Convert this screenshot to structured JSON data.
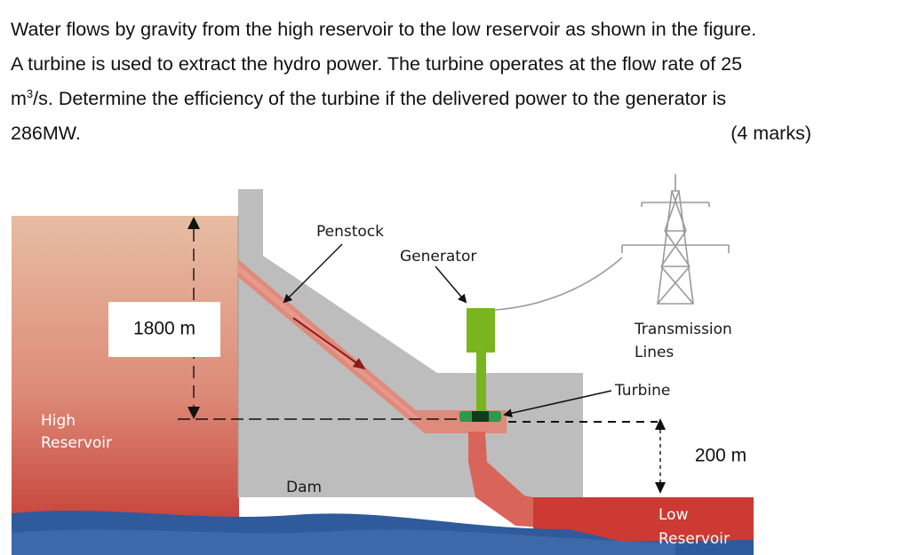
{
  "question": {
    "line1": "Water flows by gravity from the high reservoir to the low reservoir as shown in the figure.",
    "line2": "A turbine is used to extract the hydro power. The turbine operates at the flow rate of 25",
    "line3_pre": "m",
    "line3_sup": "3",
    "line3_post": "/s.  Determine the efficiency of the turbine if the delivered power to the generator is",
    "line4": "286MW.",
    "marks": "(4 marks)"
  },
  "figure": {
    "labels": {
      "penstock": "Penstock",
      "generator": "Generator",
      "transmission_line1": "Transmission",
      "transmission_line2": "Lines",
      "turbine": "Turbine",
      "dam": "Dam",
      "high_reservoir_line1": "High",
      "high_reservoir_line2": "Reservoir",
      "low_reservoir_line1": "Low",
      "low_reservoir_line2": "Reservoir"
    },
    "dimensions": {
      "upper_head": "1800 m",
      "lower_head": "200 m"
    },
    "colors": {
      "high_reservoir_top": "#e7bda3",
      "high_reservoir_bottom": "#c84a3e",
      "dam": "#bdbdbd",
      "penstock": "#e08a7c",
      "generator": "#79b51e",
      "low_reservoir": "#cc3a33",
      "ground_water": "#2f5a9c"
    }
  }
}
